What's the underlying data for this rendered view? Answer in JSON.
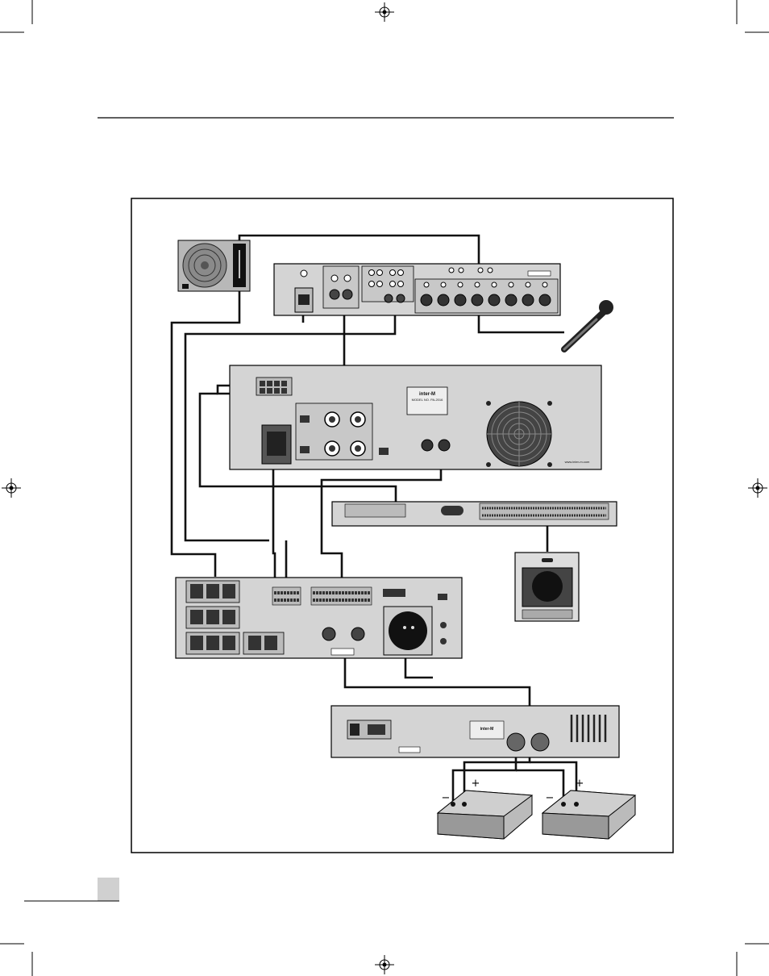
{
  "colors": {
    "panel": "#d4d4d4",
    "panel_dark": "#9a9a9a",
    "cable": "#111111",
    "frame": "#000000"
  },
  "amplifier": {
    "brand": "inter-M",
    "model": "MODEL NO. PA-2016",
    "website": "www.inter-m.com"
  },
  "power_supply": {
    "brand": "inter-M"
  },
  "batteries": [
    {
      "minus": "−",
      "plus": "+"
    },
    {
      "minus": "−",
      "plus": "+"
    }
  ],
  "icons": [
    "registration-mark-icon",
    "turntable-icon",
    "microphone-icon",
    "horn-speaker-icon",
    "battery-icon",
    "fan-grille-icon",
    "ce-mark-icon"
  ]
}
